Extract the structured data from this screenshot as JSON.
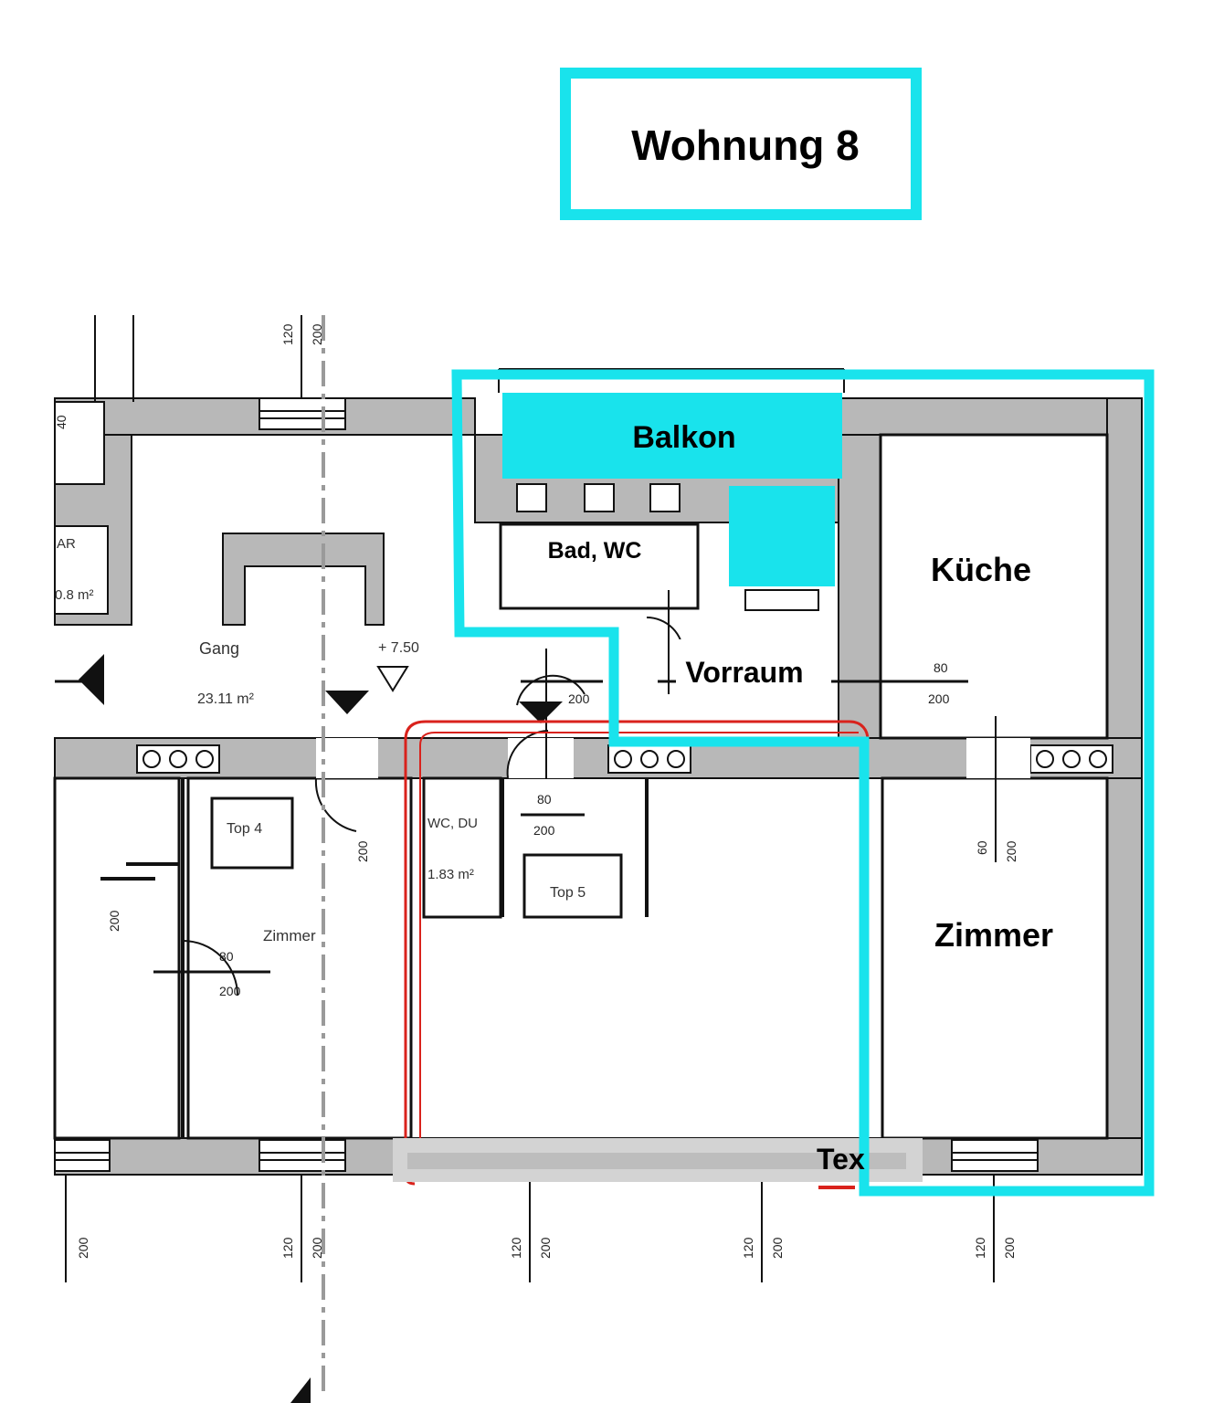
{
  "title": "Wohnung 8",
  "colors": {
    "highlight": "#19e3ec",
    "wall": "#b8b8b8",
    "line": "#111111",
    "red_line": "#d9221c",
    "dash_axis": "#9a9a9a"
  },
  "rooms": {
    "balkon": "Balkon",
    "bad_wc": "Bad, WC",
    "kueche": "Küche",
    "vorraum": "Vorraum",
    "zimmer": "Zimmer",
    "text_bar": "Tex"
  },
  "faint_labels": {
    "gang": "Gang",
    "gang_area": "23.11 m²",
    "level": "+ 7.50",
    "top4": "Top 4",
    "top5": "Top 5",
    "wc_du": "WC, DU",
    "wc_area": "1.83 m²",
    "zimmer_left": "Zimmer",
    "ar": "AR",
    "ar_area": "0.8 m²"
  },
  "dimensions": {
    "d80_200": "80",
    "d200": "200",
    "d120": "120",
    "d60": "60",
    "d40": "40"
  },
  "icons": [
    "level-marker-icon",
    "door-swing-icon",
    "window-icon",
    "socket-icon",
    "section-arrow-icon"
  ]
}
